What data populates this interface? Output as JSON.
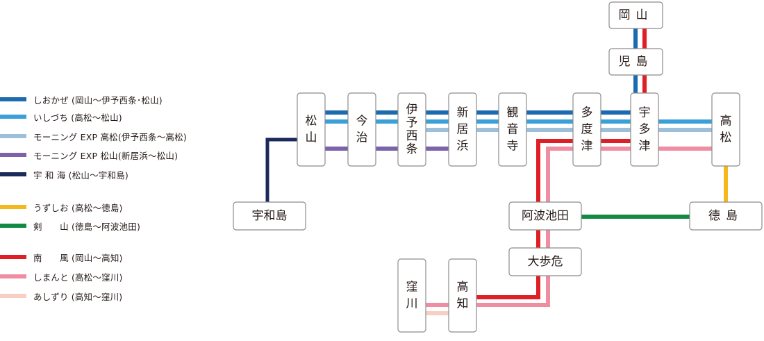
{
  "legend": [
    {
      "id": "shiokaze",
      "label": "しおかぜ (岡山～伊予西条･松山)",
      "color": "#1b6bae"
    },
    {
      "id": "ishizuchi",
      "label": "いしづち (高松～松山)",
      "color": "#3ca0d8"
    },
    {
      "id": "mexp_takamatsu",
      "label": "モーニング EXP 高松(伊予西条～高松)",
      "color": "#9ebfd9"
    },
    {
      "id": "mexp_matsuyama",
      "label": "モーニング EXP 松山(新居浜～松山)",
      "color": "#7b63ac"
    },
    {
      "id": "uwakai",
      "label": "宇 和 海 (松山～宇和島)",
      "color": "#1c2a5b"
    },
    {
      "id": "uzushio",
      "label": "うずしお (高松～徳島)",
      "color": "#f4b81c"
    },
    {
      "id": "tsurugisan",
      "label": "剣　　山 (徳島～阿波池田)",
      "color": "#128a43"
    },
    {
      "id": "nanpu",
      "label": "南　　風 (岡山～高知)",
      "color": "#e01e26"
    },
    {
      "id": "shimanto",
      "label": "しまんと (高松～窪川)",
      "color": "#ef8ea3"
    },
    {
      "id": "ashizuri",
      "label": "あしずり (高知～窪川)",
      "color": "#f8cfc3"
    }
  ],
  "stations": {
    "okayama": "岡山",
    "kojima": "児島",
    "matsuyama": "松山",
    "imabari": "今治",
    "iyosaijo": "伊予西条",
    "niihama": "新居浜",
    "kanonji": "観音寺",
    "tadotsu": "多度津",
    "utazu": "宇多津",
    "takamatsu": "高松",
    "uwajima": "宇和島",
    "awaikeda": "阿波池田",
    "tokushima": "徳島",
    "oboke": "大歩危",
    "kubokawa": "窪川",
    "kochi": "高知"
  }
}
